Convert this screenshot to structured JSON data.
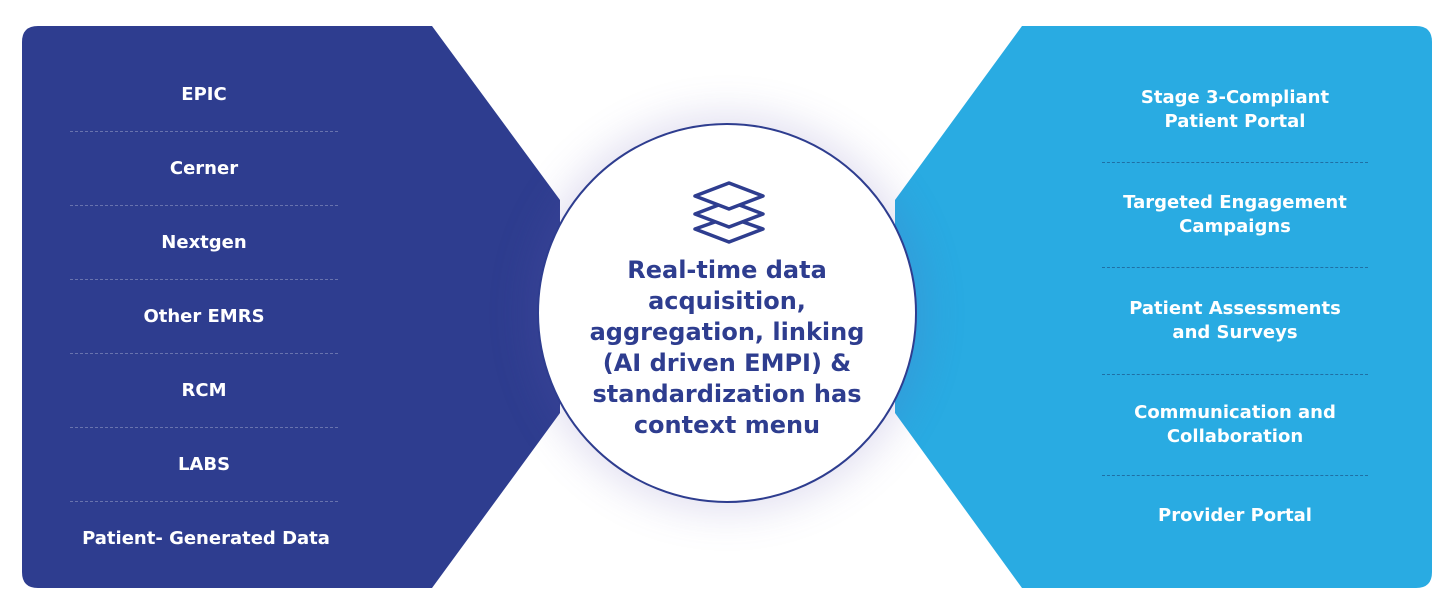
{
  "left_panel": {
    "items": [
      "EPIC",
      "Cerner",
      "Nextgen",
      "Other EMRS",
      "RCM",
      "LABS",
      "Patient- Generated Data"
    ],
    "color": "#2e3d8f"
  },
  "center": {
    "icon": "layers-icon",
    "text": "Real-time data acquisition, aggregation, linking (AI driven EMPI) & standardization has context menu",
    "color": "#2e3d8f"
  },
  "right_panel": {
    "items": [
      {
        "line1": "Stage 3-Compliant",
        "line2": "Patient Portal"
      },
      {
        "line1": "Targeted Engagement",
        "line2": "Campaigns"
      },
      {
        "line1": "Patient Assessments",
        "line2": "and Surveys"
      },
      {
        "line1": "Communication and",
        "line2": "Collaboration"
      },
      {
        "line1": "Provider Portal",
        "line2": ""
      }
    ],
    "color": "#29abe2"
  }
}
